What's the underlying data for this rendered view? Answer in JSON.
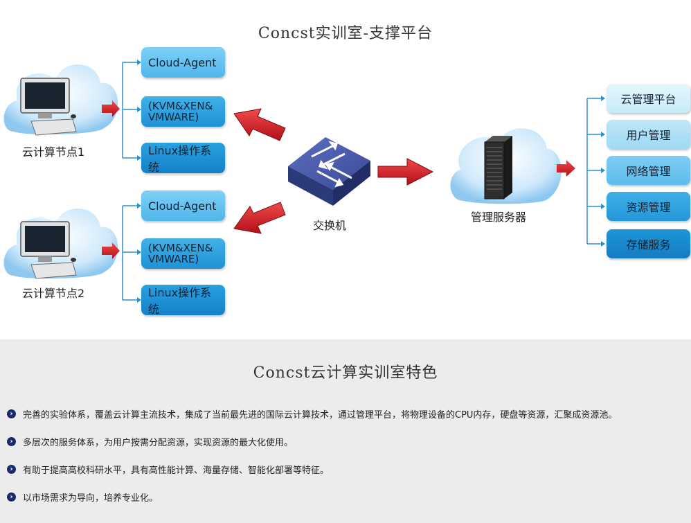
{
  "title": "Concst实训室-支撑平台",
  "nodes": [
    {
      "label": "云计算节点1",
      "boxes": [
        "Cloud-Agent",
        "(KVM&XEN& VMWARE)",
        "Linux操作系统"
      ]
    },
    {
      "label": "云计算节点2",
      "boxes": [
        "Cloud-Agent",
        "(KVM&XEN& VMWARE)",
        "Linux操作系统"
      ]
    }
  ],
  "switch_label": "交换机",
  "server_label": "管理服务器",
  "server_functions": [
    "云管理平台",
    "用户管理",
    "网络管理",
    "资源管理",
    "存储服务"
  ],
  "features_title": "Concst云计算实训室特色",
  "features": [
    "完善的实验体系，覆盖云计算主流技术，集成了当前最先进的国际云计算技术，通过管理平台，将物理设备的CPU内存，硬盘等资源，汇聚成资源池。",
    "多层次的服务体系，为用户按需分配资源，实现资源的最大化使用。",
    "有助于提高高校科研水平，具有高性能计算、海量存储、智能化部署等特征。",
    "以市场需求为导向，培养专业化。"
  ],
  "colors": {
    "arrow_red": "#d3202a",
    "bullet": "#1b2a6b",
    "connector": "#2a8fd0",
    "switch": "#3d4f9a"
  },
  "icons": [
    "cloud-icon",
    "computer-icon",
    "switch-icon",
    "server-icon",
    "arrow-icon",
    "chevron-bullet-icon"
  ]
}
